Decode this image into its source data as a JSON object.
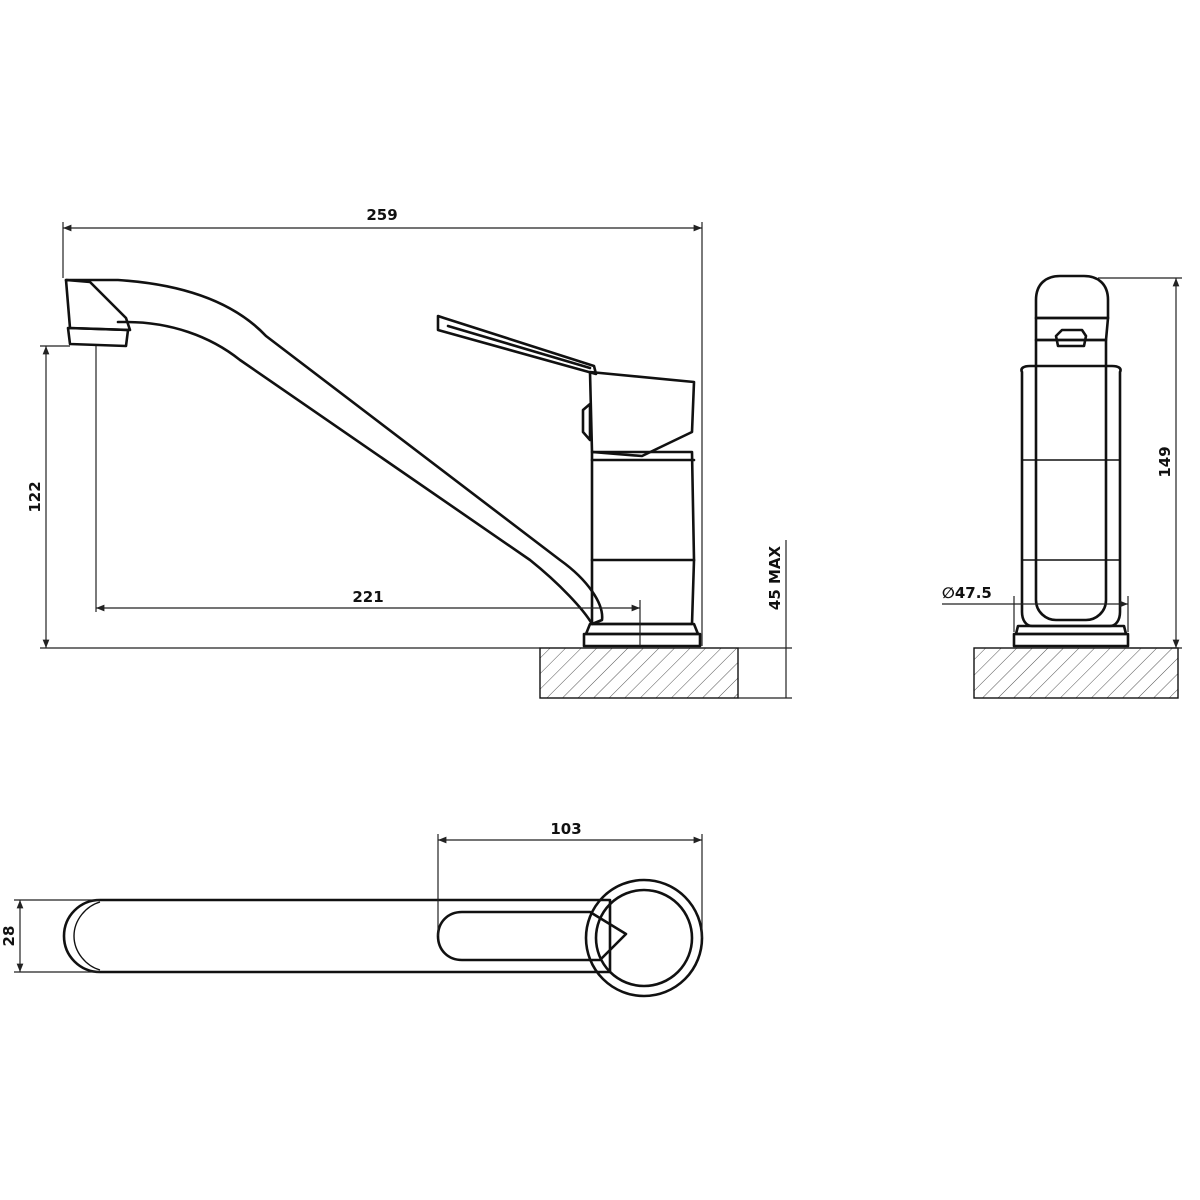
{
  "drawing": {
    "dimensions": {
      "overall_length": "259",
      "spout_height": "122",
      "spout_reach": "221",
      "max_deck_thickness": "45 MAX",
      "total_height": "149",
      "base_diameter": "∅47.5",
      "spout_width": "28",
      "handle_length": "103"
    }
  }
}
